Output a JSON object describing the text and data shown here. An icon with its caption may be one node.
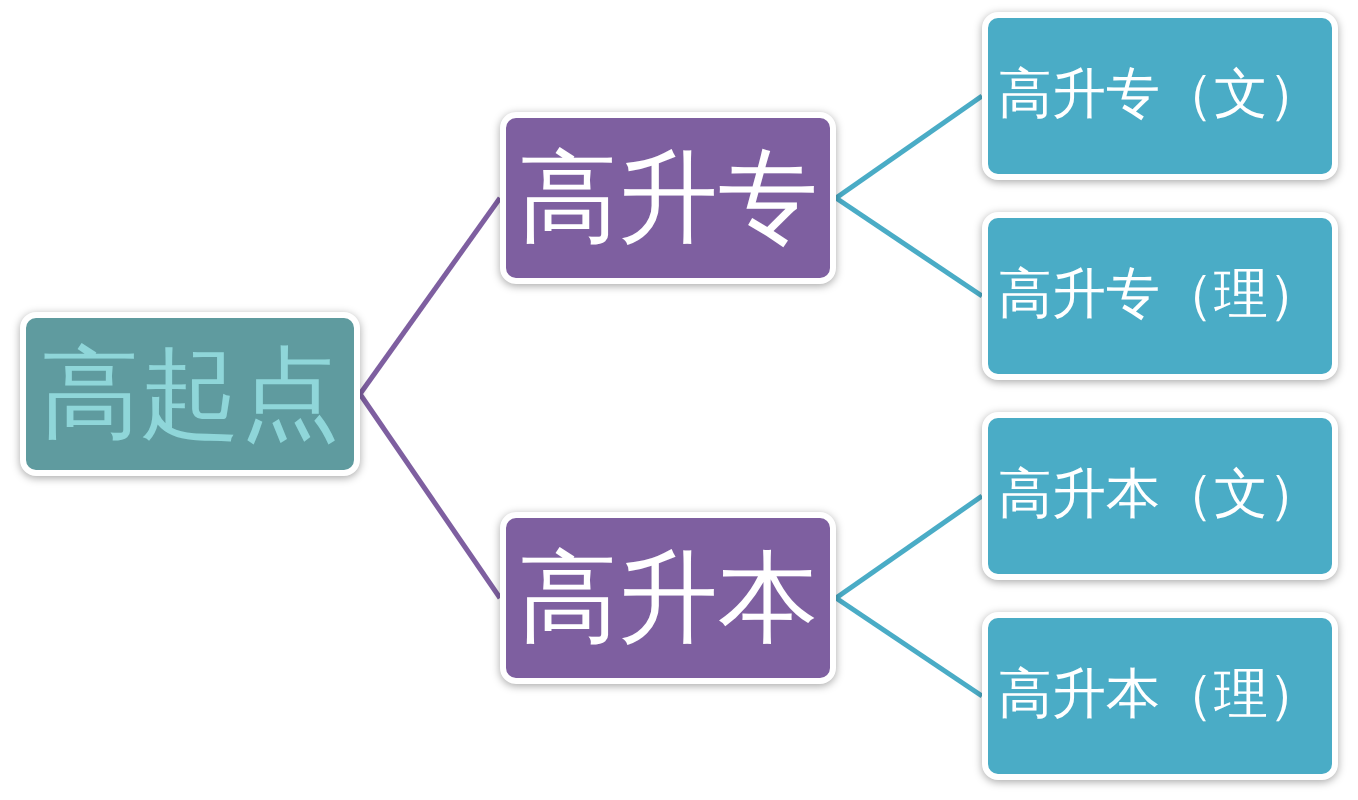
{
  "diagram": {
    "nodes": [
      {
        "text": [
          "高起点"
        ]
      },
      {
        "text": [
          "高升专"
        ]
      },
      {
        "text": [
          "高升本"
        ]
      },
      {
        "text": [
          "高升专（文）"
        ]
      },
      {
        "text": [
          "高升专（理）"
        ]
      },
      {
        "text": [
          "高升本（文）"
        ]
      },
      {
        "text": [
          "高升本（理）"
        ]
      }
    ],
    "edges": [
      {
        "from": 0,
        "to": 1,
        "arrow": "none",
        "color": "#7e5fa0"
      },
      {
        "from": 0,
        "to": 2,
        "arrow": "none",
        "color": "#7e5fa0"
      },
      {
        "from": 1,
        "to": 3,
        "arrow": "none"
      },
      {
        "from": 1,
        "to": 4,
        "arrow": "none"
      },
      {
        "from": 2,
        "to": 5,
        "arrow": "none"
      },
      {
        "from": 2,
        "to": 6,
        "arrow": "none"
      }
    ]
  }
}
